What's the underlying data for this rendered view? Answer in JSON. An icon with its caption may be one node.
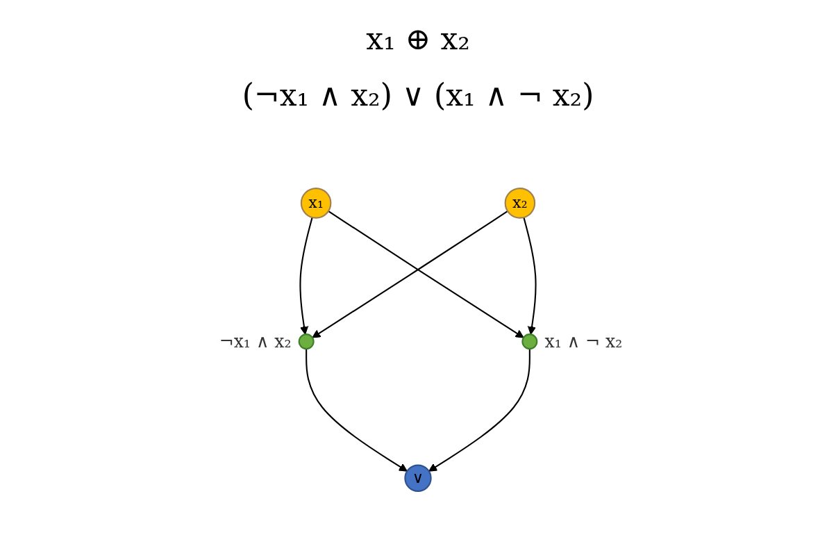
{
  "diagram": {
    "title": "x₁ ⊕ x₂",
    "nodes": [
      {
        "text": [
          "x₁"
        ]
      },
      {
        "text": [
          "x₂"
        ]
      },
      {
        "text": [],
        "shape": "circle",
        "beside": [
          "¬x₁ ∧ x₂"
        ]
      },
      {
        "text": [],
        "shape": "circle",
        "beside": [
          "x₁ ∧ ¬ x₂"
        ]
      },
      {
        "text": [
          "∨"
        ]
      }
    ],
    "edges": [
      {
        "from": 0,
        "to": 2,
        "arrow": "to"
      },
      {
        "from": 0,
        "to": 3,
        "arrow": "to"
      },
      {
        "from": 1,
        "to": 2,
        "arrow": "to"
      },
      {
        "from": 1,
        "to": 3,
        "arrow": "to"
      },
      {
        "from": 2,
        "to": 4,
        "arrow": "to"
      },
      {
        "from": 3,
        "to": 4,
        "arrow": "to"
      }
    ],
    "labels": [
      "(¬x₁ ∧ x₂) ∨ (x₁ ∧ ¬ x₂)"
    ]
  }
}
